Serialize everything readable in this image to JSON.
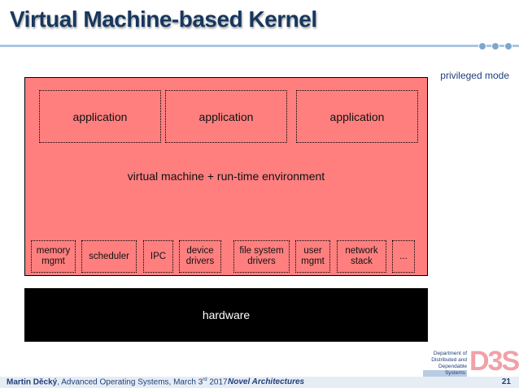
{
  "slide": {
    "title": "Virtual Machine-based Kernel",
    "privileged_label": "privileged mode"
  },
  "diagram": {
    "applications": [
      "application",
      "application",
      "application"
    ],
    "vm_label": "virtual machine + run-time environment",
    "components": [
      "memory\nmgmt",
      "scheduler",
      "IPC",
      "device\ndrivers",
      "file system\ndrivers",
      "user\nmgmt",
      "network\nstack",
      "..."
    ],
    "hardware_label": "hardware",
    "colors": {
      "vm_fill": "#ff7f7f",
      "hardware_fill": "#000000",
      "title": "#17375e"
    }
  },
  "logo": {
    "lines": [
      "Department of",
      "Distributed and",
      "Dependable",
      "Systems"
    ],
    "mark": "D3S"
  },
  "footer": {
    "author": "Martin Děcký",
    "course_prefix": ", Advanced Operating Systems, March 3",
    "date_sup": "rd",
    "year": " 2017",
    "topic": "Novel Architectures",
    "page": "21"
  }
}
